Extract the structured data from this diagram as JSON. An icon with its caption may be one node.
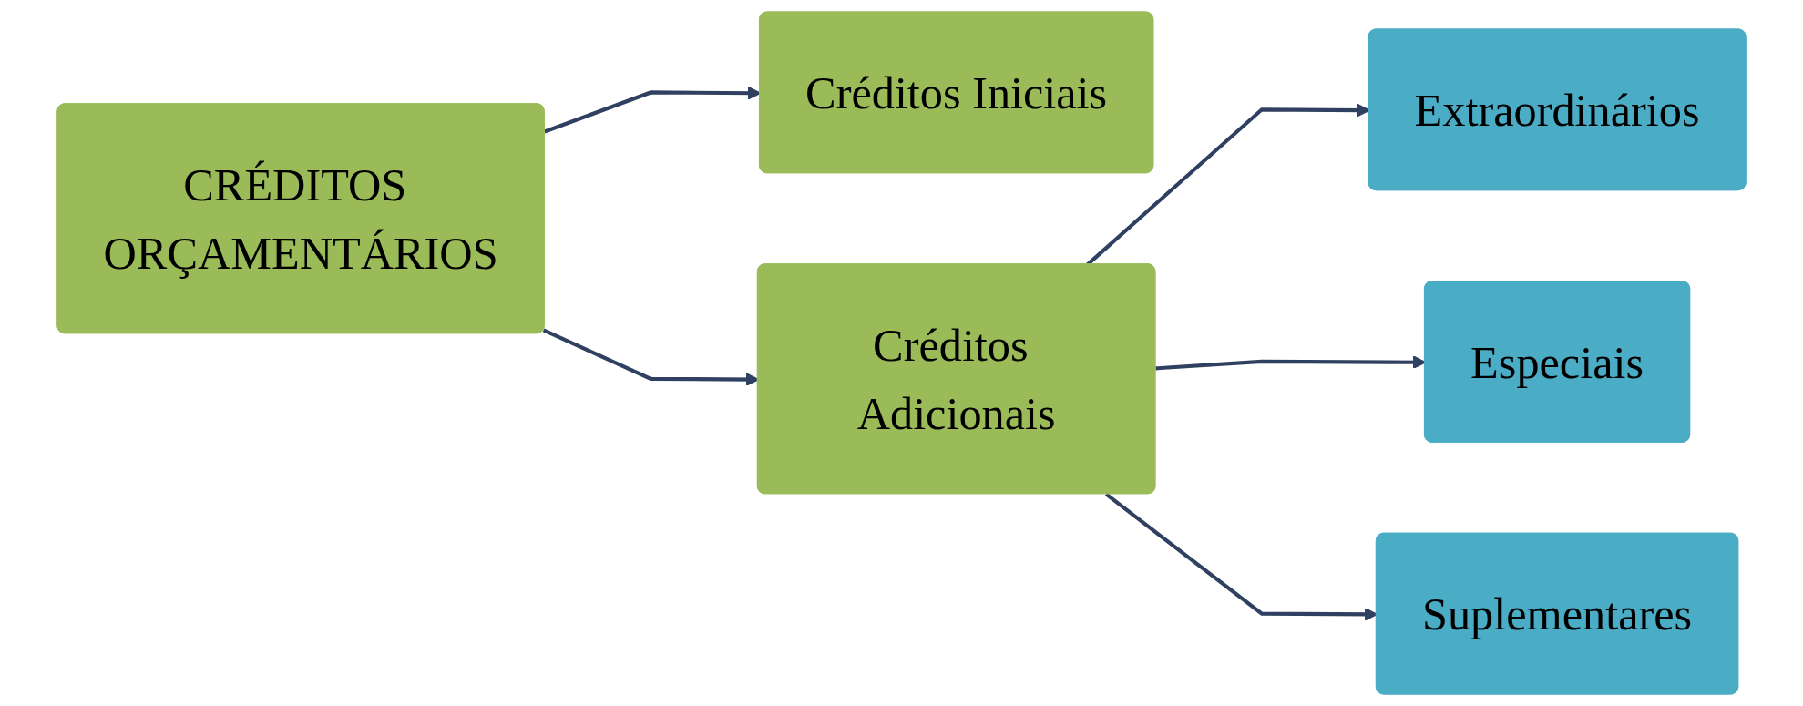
{
  "diagram": {
    "nodes": [
      {
        "text": [
          "CRÉDITOS ORÇAMENTÁRIOS"
        ]
      },
      {
        "text": [
          "Créditos Iniciais"
        ]
      },
      {
        "text": [
          "Créditos Adicionais"
        ]
      },
      {
        "text": [
          "Extraordinários"
        ]
      },
      {
        "text": [
          "Especiais"
        ]
      },
      {
        "text": [
          "Suplementares"
        ]
      }
    ],
    "edges": [
      {
        "from": 0,
        "to": 1,
        "arrow": "to"
      },
      {
        "from": 0,
        "to": 2,
        "arrow": "to"
      },
      {
        "from": 2,
        "to": 3,
        "arrow": "to"
      },
      {
        "from": 2,
        "to": 4,
        "arrow": "to"
      },
      {
        "from": 2,
        "to": 5,
        "arrow": "to"
      }
    ]
  }
}
